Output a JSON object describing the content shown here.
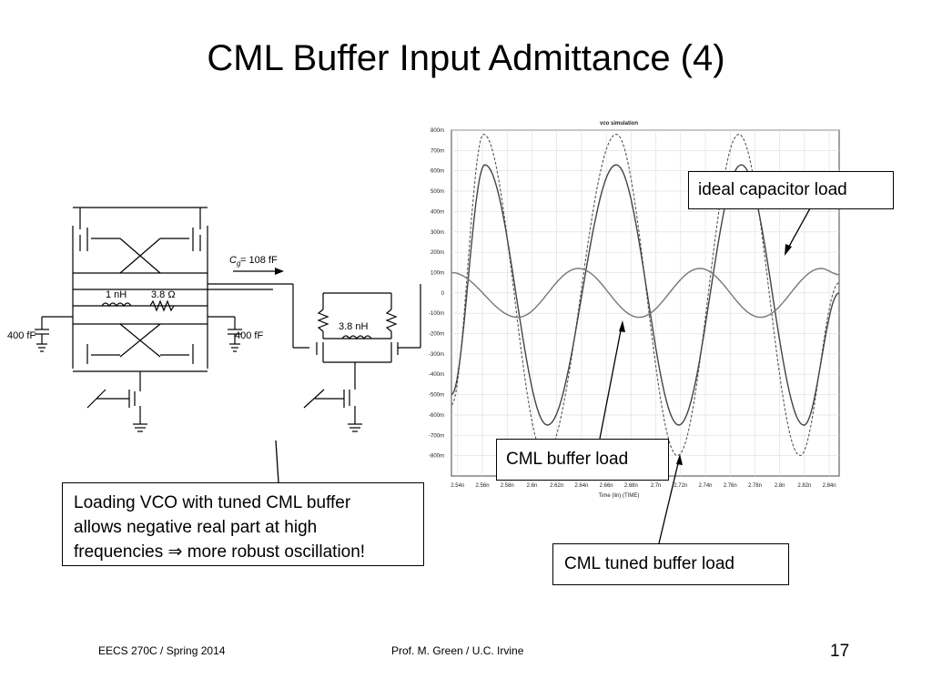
{
  "slide": {
    "title": "CML Buffer Input Admittance (4)",
    "footer_course": "EECS 270C / Spring 2014",
    "footer_author": "Prof. M. Green / U.C. Irvine",
    "page_number": "17"
  },
  "schematic": {
    "inductor_label": "1 nH",
    "resistor_label": "3.8 Ω",
    "left_cap_label": "400 fF",
    "right_cap_label": "400 fF",
    "cg_prefix": "C",
    "cg_subscript": "g",
    "cg_value": " = 108 fF",
    "buffer_inductor_label": "3.8 nH"
  },
  "callouts": {
    "ideal_cap": "ideal capacitor load",
    "cml_buffer": "CML buffer load",
    "cml_tuned": "CML tuned buffer load",
    "note_line1": "Loading VCO with tuned CML buffer",
    "note_line2": "allows negative real part at high",
    "note_line3_a": "frequencies ",
    "note_line3_arrow": "⇒",
    "note_line3_b": " more robust oscillation!"
  },
  "chart_data": {
    "type": "line",
    "title": "vco simulation",
    "xlabel": "Time (lin) (TIME)",
    "ylabel": "",
    "x_ticks": [
      "2.54n",
      "2.56n",
      "2.58n",
      "2.6n",
      "2.62n",
      "2.64n",
      "2.66n",
      "2.68n",
      "2.7n",
      "2.72n",
      "2.74n",
      "2.76n",
      "2.78n",
      "2.8n",
      "2.82n",
      "2.84n"
    ],
    "y_ticks": [
      "800m",
      "700m",
      "600m",
      "500m",
      "400m",
      "300m",
      "200m",
      "100m",
      "0",
      "-100m",
      "-200m",
      "-300m",
      "-400m",
      "-500m",
      "-600m",
      "-700m",
      "-800m"
    ],
    "xlim": [
      2.535,
      2.848
    ],
    "ylim": [
      -0.9,
      0.8
    ],
    "series": [
      {
        "style": "dashed",
        "x": [
          2.535,
          2.561,
          2.6105,
          2.668,
          2.7175,
          2.767,
          2.8165,
          2.848
        ],
        "y": [
          -0.55,
          0.78,
          -0.8,
          0.78,
          -0.8,
          0.78,
          -0.8,
          0.05
        ]
      },
      {
        "style": "solid-dark",
        "x": [
          2.535,
          2.562,
          2.6125,
          2.668,
          2.7185,
          2.769,
          2.8195,
          2.848
        ],
        "y": [
          -0.5,
          0.63,
          -0.65,
          0.63,
          -0.65,
          0.63,
          -0.65,
          0.0
        ]
      },
      {
        "style": "solid-light",
        "x": [
          2.535,
          2.5885,
          2.6375,
          2.6865,
          2.7355,
          2.7845,
          2.8335,
          2.848
        ],
        "y": [
          0.1,
          -0.12,
          0.12,
          -0.12,
          0.12,
          -0.12,
          0.12,
          0.09
        ]
      }
    ]
  }
}
